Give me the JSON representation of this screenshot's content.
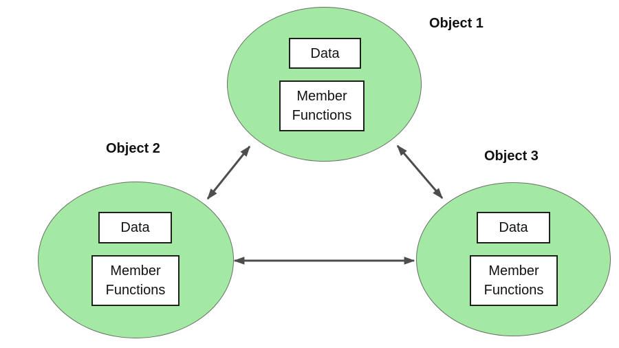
{
  "diagram": {
    "objects": [
      {
        "label": "Object 1",
        "data_box": "Data",
        "member_box": "Member Functions"
      },
      {
        "label": "Object 2",
        "data_box": "Data",
        "member_box": "Member Functions"
      },
      {
        "label": "Object 3",
        "data_box": "Data",
        "member_box": "Member Functions"
      }
    ],
    "connections": [
      {
        "from": "Object 2",
        "to": "Object 1",
        "bidirectional": true
      },
      {
        "from": "Object 1",
        "to": "Object 3",
        "bidirectional": true
      },
      {
        "from": "Object 2",
        "to": "Object 3",
        "bidirectional": true
      }
    ],
    "colors": {
      "page_bg": "#ffffff",
      "ellipse_fill": "#a3e8a3",
      "ellipse_border": "#667066",
      "box_fill": "#ffffff",
      "box_border": "#1f1f1f",
      "arrow": "#4d4d4d",
      "text": "#111111"
    }
  }
}
